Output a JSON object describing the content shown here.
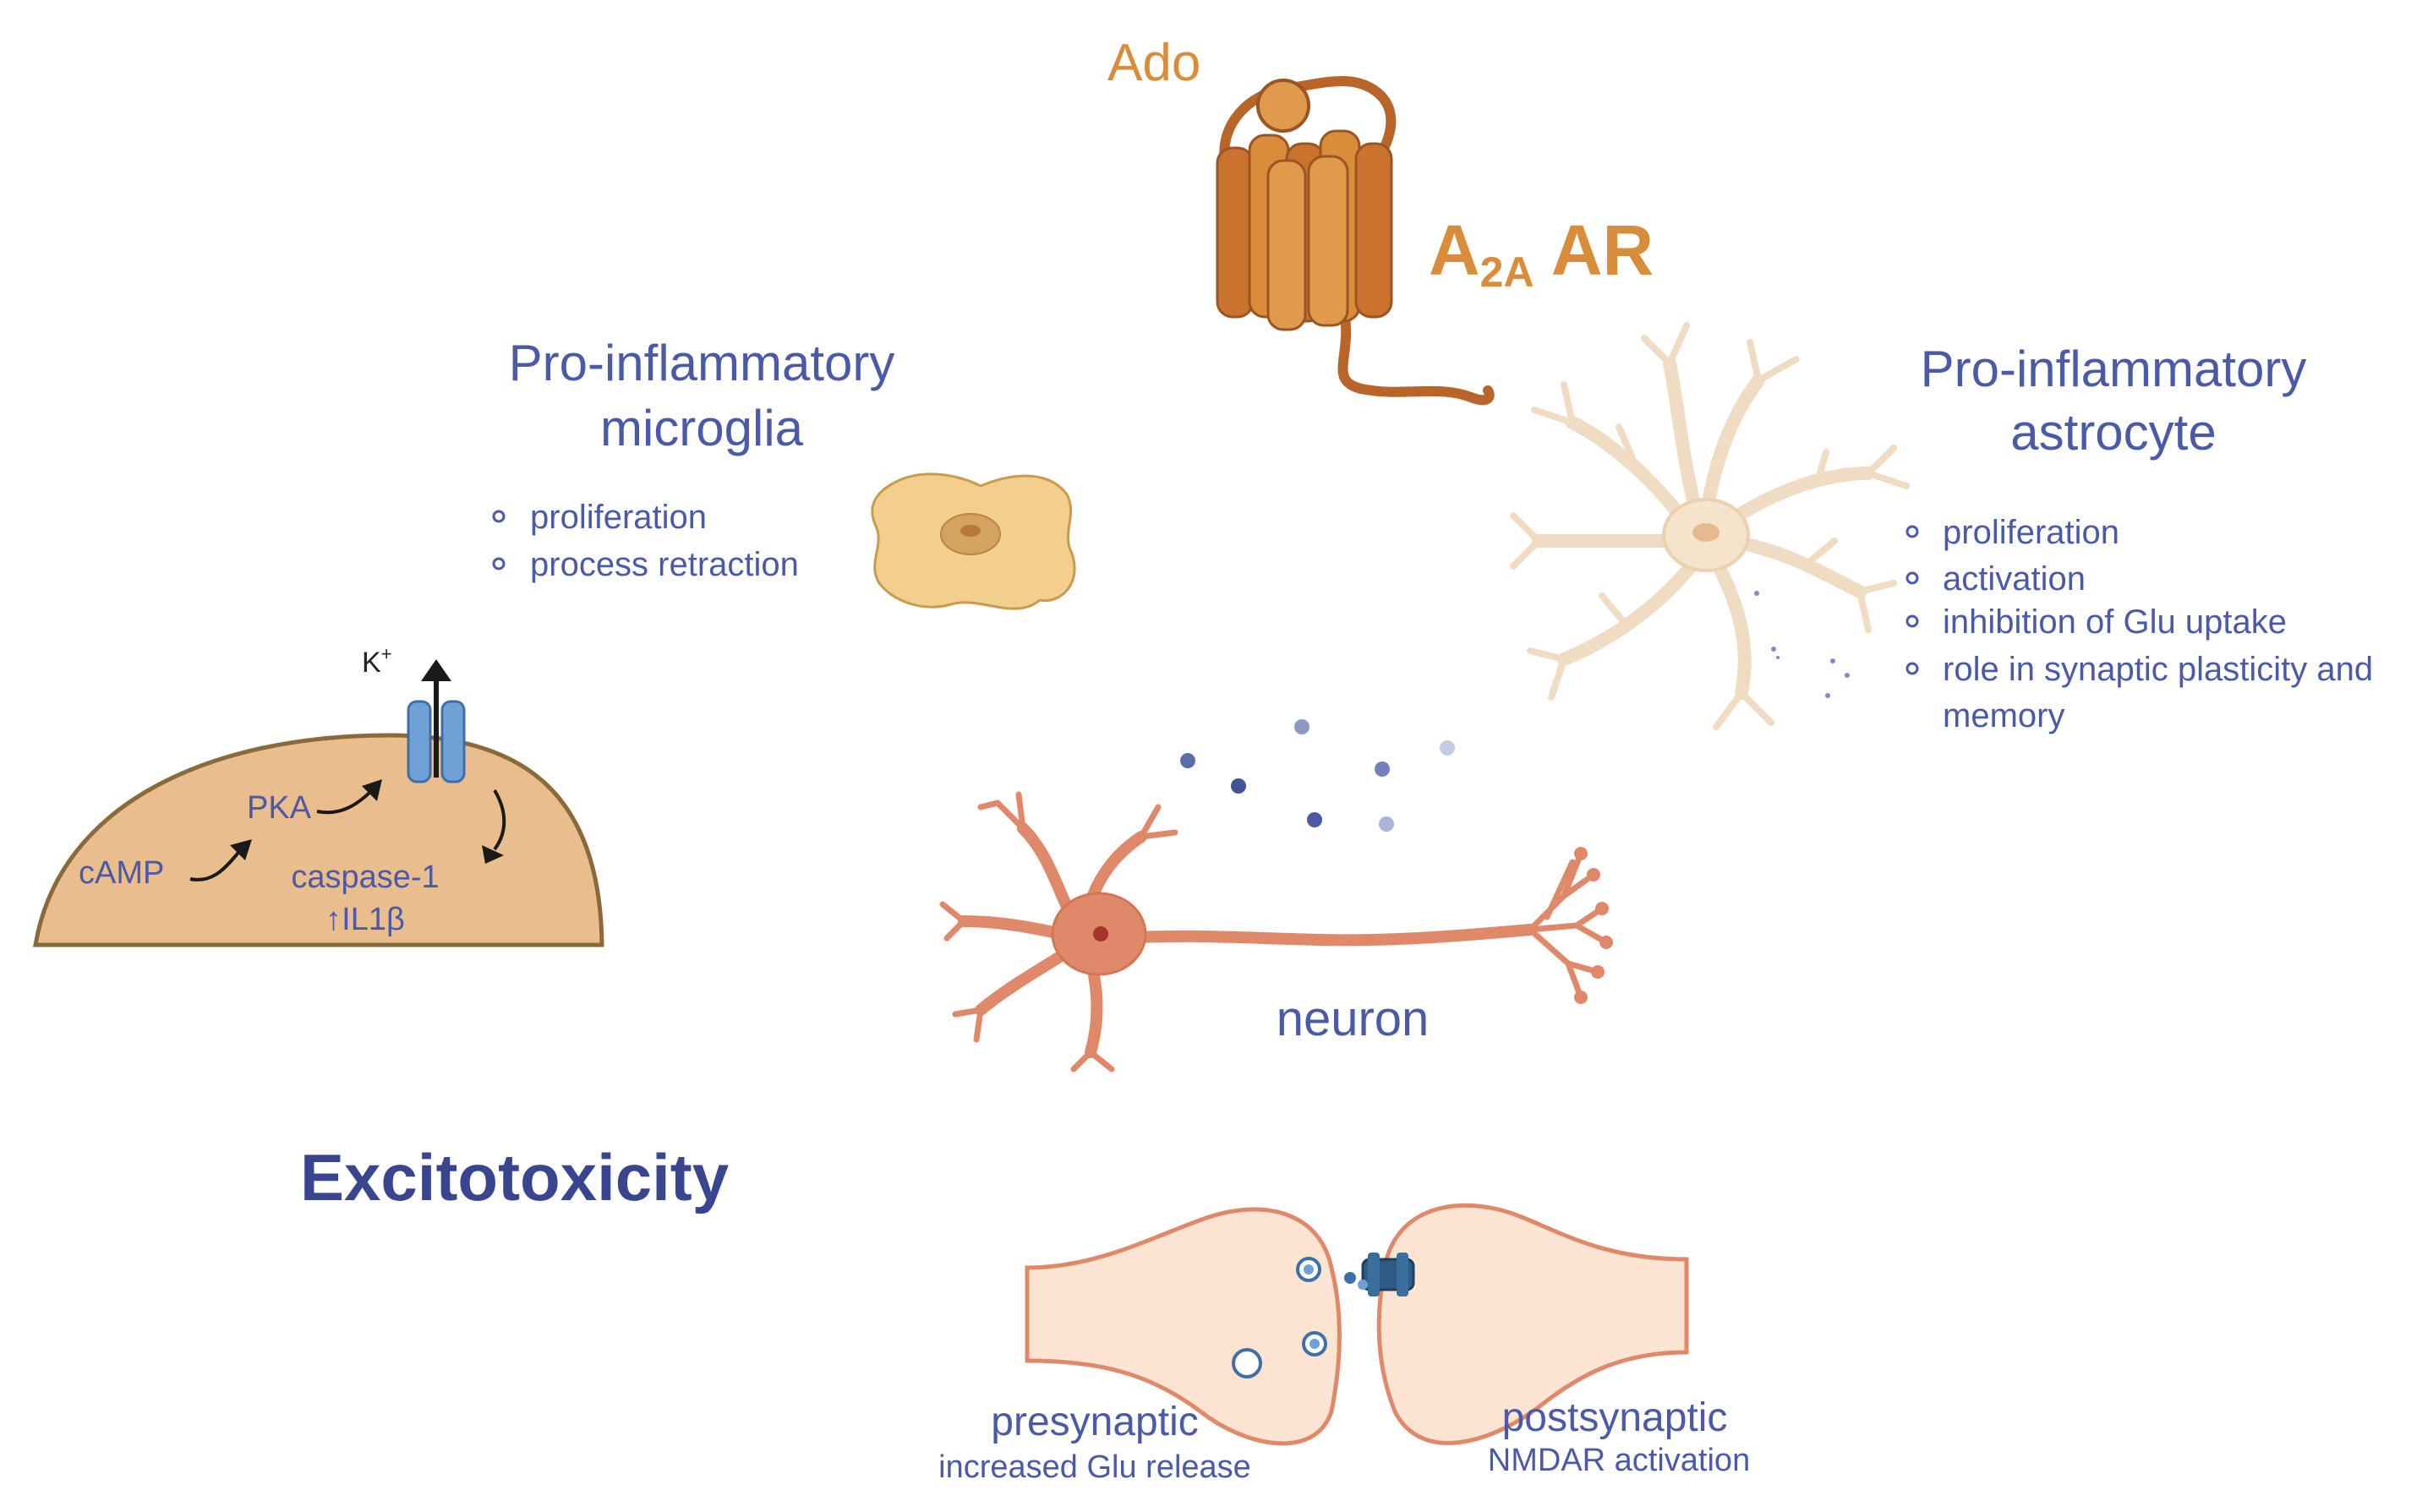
{
  "receptor": {
    "ligand": "Ado",
    "name_main": "A",
    "name_sub": "2A",
    "name_rest": " AR"
  },
  "microglia": {
    "title_line1": "Pro-inflammatory",
    "title_line2": "microglia",
    "bullets": [
      "proliferation",
      "process retraction"
    ]
  },
  "astrocyte": {
    "title_line1": "Pro-inflammatory",
    "title_line2": "astrocyte",
    "bullets": [
      "proliferation",
      "activation",
      "inhibition of Glu uptake",
      "role in synaptic plasticity and",
      "memory"
    ]
  },
  "pathway": {
    "ion": "K",
    "ion_charge": "+",
    "camp": "cAMP",
    "pka": "PKA",
    "caspase": "caspase-1",
    "il1b": "↑IL1β"
  },
  "neuron": {
    "label": "neuron"
  },
  "excitotoxicity": {
    "title": "Excitotoxicity"
  },
  "synapse": {
    "pre_label": "presynaptic",
    "pre_detail": "increased Glu release",
    "post_label": "postsynaptic",
    "post_detail": "NMDAR activation"
  },
  "colors": {
    "text_blue": "#4b5aa6",
    "title_navy": "#3a4590",
    "receptor_orange": "#d98c3a",
    "neuron_salmon": "#e0896a",
    "cell_tan": "#f0c89a",
    "microglia_yellow": "#f2cf8c",
    "astrocyte_cream": "#f6e3cc"
  }
}
